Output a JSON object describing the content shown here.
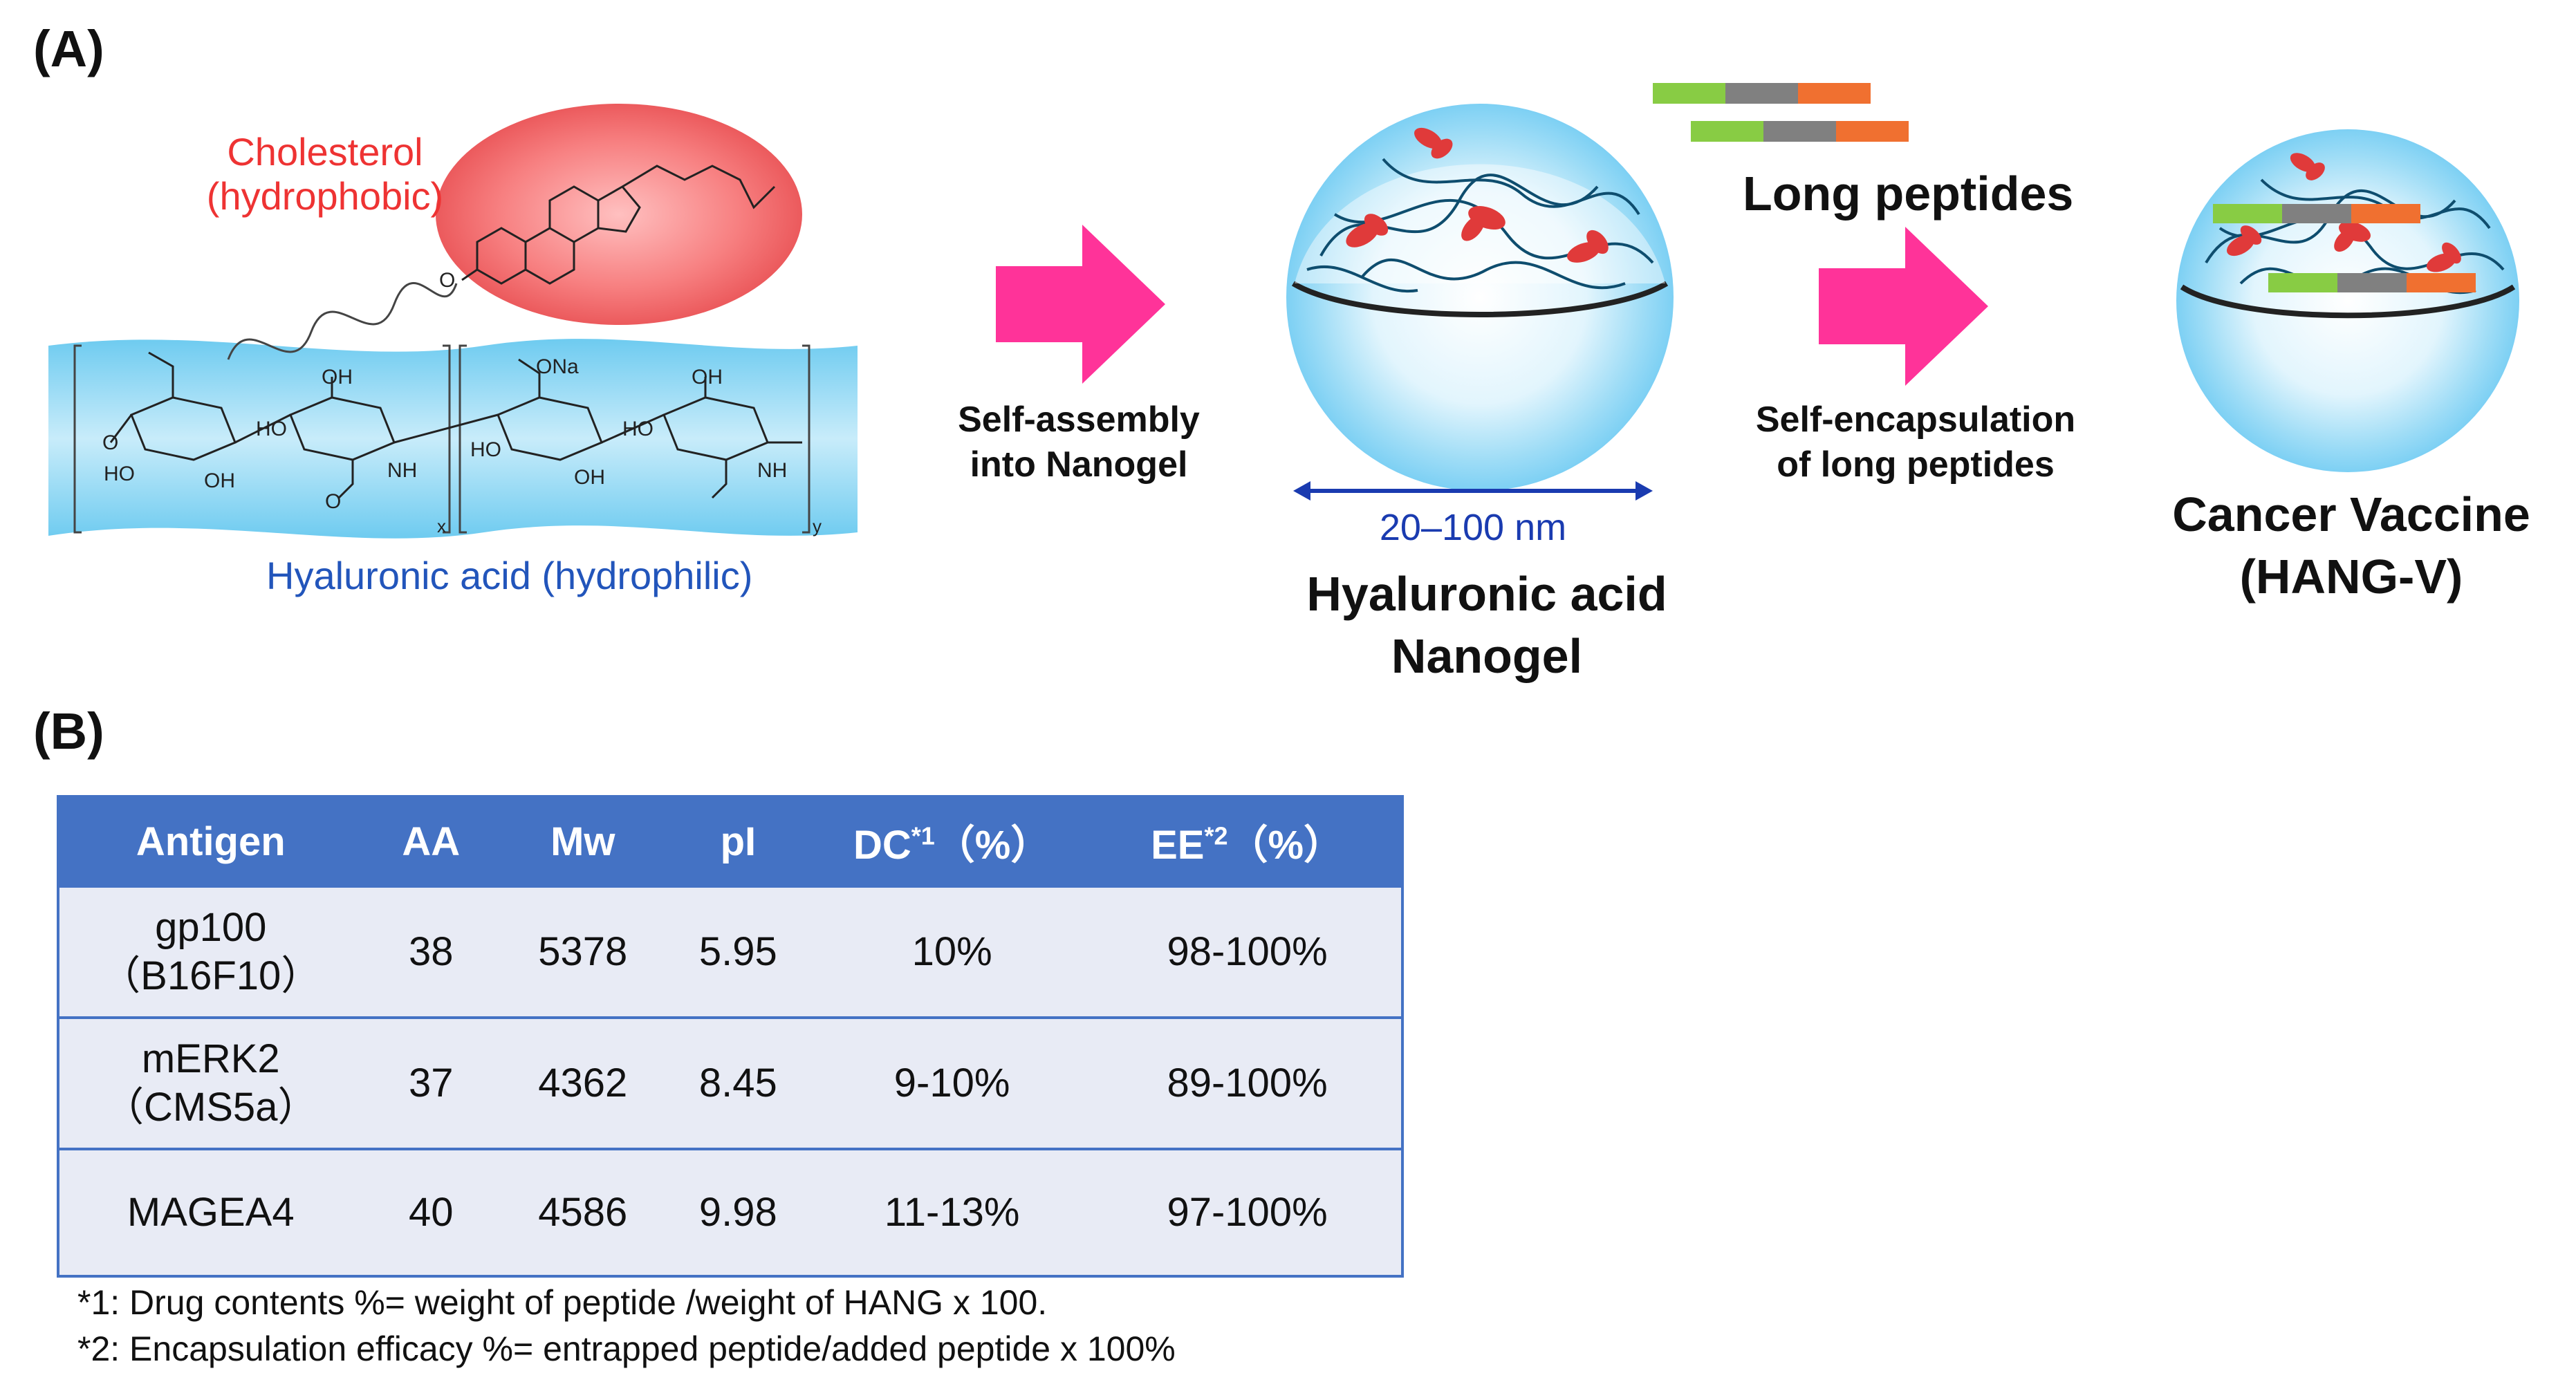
{
  "panel_a": {
    "label": "(A)",
    "cholesterol_label_line1": "Cholesterol",
    "cholesterol_label_line2": "(hydrophobic)",
    "hyaluronic_acid_label": "Hyaluronic acid (hydrophilic)",
    "chem_labels": [
      "O",
      "HO",
      "OH",
      "HO",
      "OH",
      "NH",
      "O",
      "ONa",
      "OH",
      "HO",
      "OH",
      "HO",
      "NH",
      "x",
      "y",
      "O"
    ],
    "step1_line1": "Self-assembly",
    "step1_line2": "into Nanogel",
    "size_label": "20–100 nm",
    "nanogel_line1": "Hyaluronic acid",
    "nanogel_line2": "Nanogel",
    "long_peptides_label": "Long peptides",
    "step2_line1": "Self-encapsulation",
    "step2_line2": "of long peptides",
    "vaccine_line1": "Cancer Vaccine",
    "vaccine_line2": "(HANG-V)"
  },
  "panel_b": {
    "label": "(B)",
    "table": {
      "headers": {
        "antigen": "Antigen",
        "aa": "AA",
        "mw": "Mw",
        "pi": "pI",
        "dc": "DC",
        "dc_sup": "*1",
        "dc_unit": "（%）",
        "ee": "EE",
        "ee_sup": "*2",
        "ee_unit": "（%）"
      },
      "rows": [
        {
          "antigen_line1": "gp100",
          "antigen_line2": "（B16F10）",
          "aa": "38",
          "mw": "5378",
          "pi": "5.95",
          "dc": "10%",
          "ee": "98-100%"
        },
        {
          "antigen_line1": "mERK2",
          "antigen_line2": "（CMS5a）",
          "aa": "37",
          "mw": "4362",
          "pi": "8.45",
          "dc": "9-10%",
          "ee": "89-100%"
        },
        {
          "antigen_line1": "MAGEA4",
          "antigen_line2": "",
          "aa": "40",
          "mw": "4586",
          "pi": "9.98",
          "dc": "11-13%",
          "ee": "97-100%"
        }
      ]
    },
    "footnote1": "*1: Drug contents %= weight of peptide /weight of HANG x 100.",
    "footnote2": "*2: Encapsulation efficacy %= entrapped peptide/added peptide x 100%"
  },
  "colors": {
    "arrow_pink": "#ff3399",
    "cholesterol_red": "#ee3333",
    "hyaluronic_blue": "#2255bb",
    "table_header": "#4472c4",
    "table_cell": "#e8ebf5",
    "peptide_green": "#88cc44",
    "peptide_gray": "#808080",
    "peptide_orange": "#f07030",
    "size_arrow_blue": "#1a3bb0"
  }
}
